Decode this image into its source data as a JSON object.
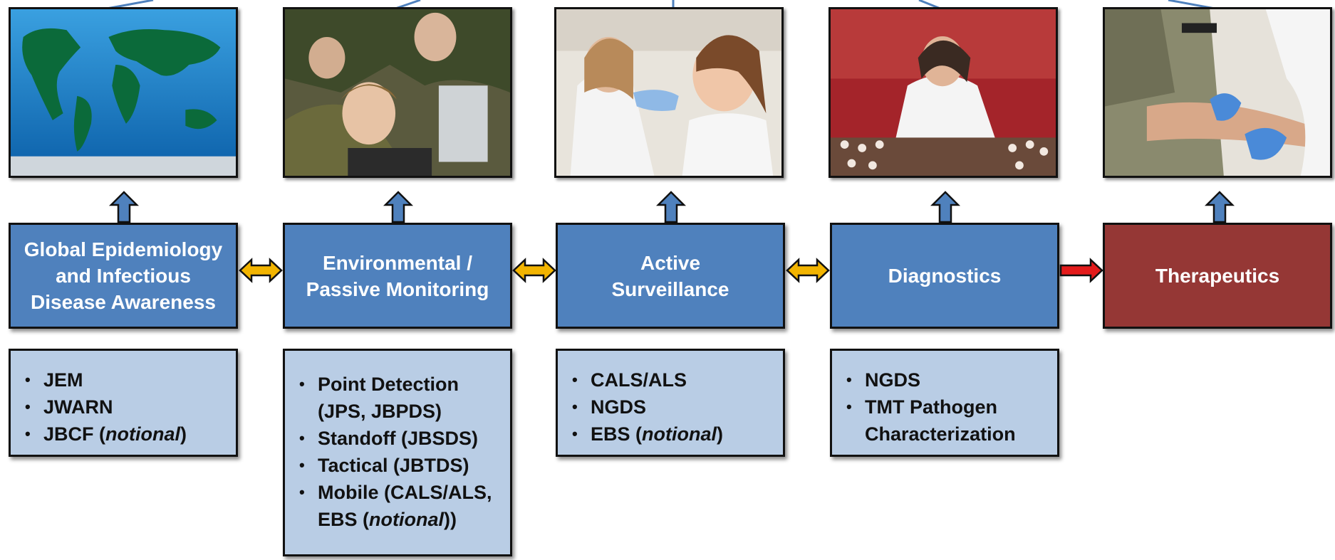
{
  "stages": [
    {
      "label": "Global Epidemiology\nand Infectious\nDisease Awareness",
      "color": "#4f81bd"
    },
    {
      "label": "Environmental /\nPassive Monitoring",
      "color": "#4f81bd"
    },
    {
      "label": "Active\nSurveillance",
      "color": "#4f81bd"
    },
    {
      "label": "Diagnostics",
      "color": "#4f81bd"
    },
    {
      "label": "Therapeutics",
      "color": "#953735"
    }
  ],
  "lists": [
    [
      {
        "text": "JEM"
      },
      {
        "text": "JWARN"
      },
      {
        "pre": "JBCF (",
        "em": "notional",
        "post": ")"
      }
    ],
    [
      {
        "text": "Point Detection (JPS, JBPDS)"
      },
      {
        "text": "Standoff (JBSDS)"
      },
      {
        "text": "Tactical (JBTDS)"
      },
      {
        "pre": "Mobile (CALS/ALS, EBS (",
        "em": "notional",
        "post": "))"
      }
    ],
    [
      {
        "text": "CALS/ALS"
      },
      {
        "text": "NGDS"
      },
      {
        "pre": "EBS (",
        "em": "notional",
        "post": ")"
      }
    ],
    [
      {
        "text": "NGDS"
      },
      {
        "text": "TMT Pathogen Characterization"
      }
    ]
  ],
  "colors": {
    "stage_blue": "#4f81bd",
    "stage_red": "#953735",
    "list_fill": "#b9cde5",
    "arrow_bidirectional": "#f2b400",
    "arrow_forward": "#e31b1b",
    "arrow_up": "#4f81bd"
  },
  "photos": [
    "world-map-photo",
    "soldiers-monitoring-photo",
    "throat-swab-photo",
    "lab-technician-photo",
    "blood-draw-photo"
  ]
}
